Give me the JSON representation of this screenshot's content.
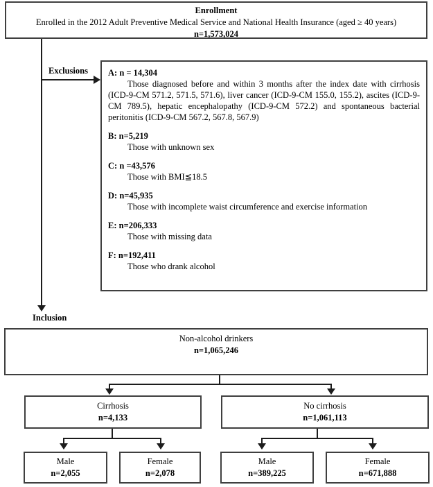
{
  "colors": {
    "background": "#ffffff",
    "box_border": "#3f3f3f",
    "connector_line": "#1c1c1c",
    "text": "#000000"
  },
  "enrollment": {
    "title": "Enrollment",
    "description": "Enrolled in the 2012 Adult Preventive Medical Service and National Health Insurance (aged ≥ 40 years)",
    "n": "n=1,573,024"
  },
  "exclusions": {
    "label": "Exclusions",
    "items": [
      {
        "n_label": "A: n = 14,304",
        "description": "Those diagnosed before and within 3 months after the index date with cirrhosis (ICD-9-CM 571.2, 571.5, 571.6), liver cancer (ICD-9-CM 155.0, 155.2), ascites (ICD-9-CM 789.5), hepatic encephalopathy (ICD-9-CM 572.2) and spontaneous bacterial peritonitis (ICD-9-CM 567.2, 567.8, 567.9)"
      },
      {
        "n_label": "B: n=5,219",
        "description": "Those with unknown sex"
      },
      {
        "n_label": "C: n =43,576",
        "description": "Those with BMI≦18.5"
      },
      {
        "n_label": "D: n=45,935",
        "description": "Those with incomplete waist circumference and exercise information"
      },
      {
        "n_label": "E: n=206,333",
        "description": "Those with missing data"
      },
      {
        "n_label": "F: n=192,411",
        "description": "Those who drank alcohol"
      }
    ]
  },
  "inclusion": {
    "label": "Inclusion",
    "non_alcohol": {
      "title": "Non-alcohol drinkers",
      "n": "n=1,065,246"
    }
  },
  "branches": {
    "cirrhosis": {
      "title": "Cirrhosis",
      "n": "n=4,133"
    },
    "no_cirrhosis": {
      "title": "No cirrhosis",
      "n": "n=1,061,113"
    },
    "cirrhosis_male": {
      "title": "Male",
      "n": "n=2,055"
    },
    "cirrhosis_female": {
      "title": "Female",
      "n": "n=2,078"
    },
    "no_cirrhosis_male": {
      "title": "Male",
      "n": "n=389,225"
    },
    "no_cirrhosis_female": {
      "title": "Female",
      "n": "n=671,888"
    }
  }
}
